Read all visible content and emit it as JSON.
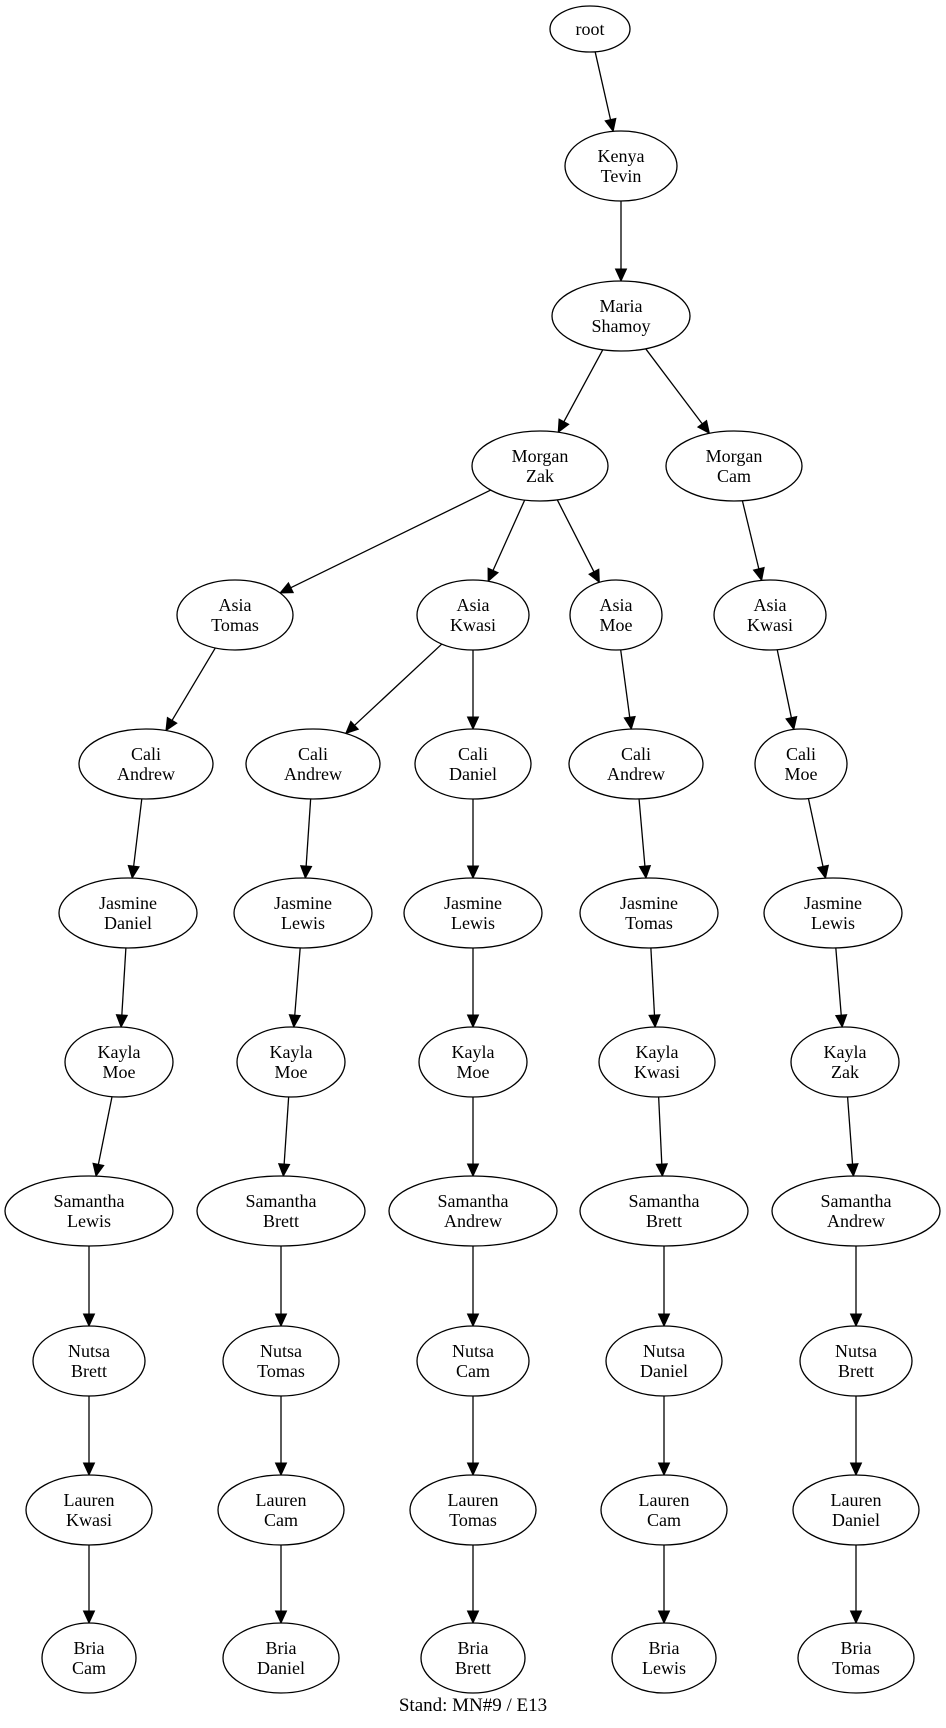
{
  "caption": "Stand: MN#9 / E13",
  "tree": {
    "nodes": [
      {
        "id": "n0",
        "lines": [
          "root"
        ]
      },
      {
        "id": "n1",
        "lines": [
          "Kenya",
          "Tevin"
        ]
      },
      {
        "id": "n2",
        "lines": [
          "Maria",
          "Shamoy"
        ]
      },
      {
        "id": "n3",
        "lines": [
          "Morgan",
          "Zak"
        ]
      },
      {
        "id": "n4",
        "lines": [
          "Morgan",
          "Cam"
        ]
      },
      {
        "id": "n5",
        "lines": [
          "Asia",
          "Tomas"
        ]
      },
      {
        "id": "n6",
        "lines": [
          "Asia",
          "Kwasi"
        ]
      },
      {
        "id": "n7",
        "lines": [
          "Asia",
          "Moe"
        ]
      },
      {
        "id": "n8",
        "lines": [
          "Asia",
          "Kwasi"
        ]
      },
      {
        "id": "n9",
        "lines": [
          "Cali",
          "Andrew"
        ]
      },
      {
        "id": "n10",
        "lines": [
          "Cali",
          "Andrew"
        ]
      },
      {
        "id": "n11",
        "lines": [
          "Cali",
          "Daniel"
        ]
      },
      {
        "id": "n12",
        "lines": [
          "Cali",
          "Andrew"
        ]
      },
      {
        "id": "n13",
        "lines": [
          "Cali",
          "Moe"
        ]
      },
      {
        "id": "n14",
        "lines": [
          "Jasmine",
          "Daniel"
        ]
      },
      {
        "id": "n15",
        "lines": [
          "Jasmine",
          "Lewis"
        ]
      },
      {
        "id": "n16",
        "lines": [
          "Jasmine",
          "Lewis"
        ]
      },
      {
        "id": "n17",
        "lines": [
          "Jasmine",
          "Tomas"
        ]
      },
      {
        "id": "n18",
        "lines": [
          "Jasmine",
          "Lewis"
        ]
      },
      {
        "id": "n19",
        "lines": [
          "Kayla",
          "Moe"
        ]
      },
      {
        "id": "n20",
        "lines": [
          "Kayla",
          "Moe"
        ]
      },
      {
        "id": "n21",
        "lines": [
          "Kayla",
          "Moe"
        ]
      },
      {
        "id": "n22",
        "lines": [
          "Kayla",
          "Kwasi"
        ]
      },
      {
        "id": "n23",
        "lines": [
          "Kayla",
          "Zak"
        ]
      },
      {
        "id": "n24",
        "lines": [
          "Samantha",
          "Lewis"
        ]
      },
      {
        "id": "n25",
        "lines": [
          "Samantha",
          "Brett"
        ]
      },
      {
        "id": "n26",
        "lines": [
          "Samantha",
          "Andrew"
        ]
      },
      {
        "id": "n27",
        "lines": [
          "Samantha",
          "Brett"
        ]
      },
      {
        "id": "n28",
        "lines": [
          "Samantha",
          "Andrew"
        ]
      },
      {
        "id": "n29",
        "lines": [
          "Nutsa",
          "Brett"
        ]
      },
      {
        "id": "n30",
        "lines": [
          "Nutsa",
          "Tomas"
        ]
      },
      {
        "id": "n31",
        "lines": [
          "Nutsa",
          "Cam"
        ]
      },
      {
        "id": "n32",
        "lines": [
          "Nutsa",
          "Daniel"
        ]
      },
      {
        "id": "n33",
        "lines": [
          "Nutsa",
          "Brett"
        ]
      },
      {
        "id": "n34",
        "lines": [
          "Lauren",
          "Kwasi"
        ]
      },
      {
        "id": "n35",
        "lines": [
          "Lauren",
          "Cam"
        ]
      },
      {
        "id": "n36",
        "lines": [
          "Lauren",
          "Tomas"
        ]
      },
      {
        "id": "n37",
        "lines": [
          "Lauren",
          "Cam"
        ]
      },
      {
        "id": "n38",
        "lines": [
          "Lauren",
          "Daniel"
        ]
      },
      {
        "id": "n39",
        "lines": [
          "Bria",
          "Cam"
        ]
      },
      {
        "id": "n40",
        "lines": [
          "Bria",
          "Daniel"
        ]
      },
      {
        "id": "n41",
        "lines": [
          "Bria",
          "Brett"
        ]
      },
      {
        "id": "n42",
        "lines": [
          "Bria",
          "Lewis"
        ]
      },
      {
        "id": "n43",
        "lines": [
          "Bria",
          "Tomas"
        ]
      }
    ],
    "edges": [
      [
        "n0",
        "n1"
      ],
      [
        "n1",
        "n2"
      ],
      [
        "n2",
        "n3"
      ],
      [
        "n2",
        "n4"
      ],
      [
        "n3",
        "n5"
      ],
      [
        "n3",
        "n6"
      ],
      [
        "n3",
        "n7"
      ],
      [
        "n4",
        "n8"
      ],
      [
        "n5",
        "n9"
      ],
      [
        "n6",
        "n10"
      ],
      [
        "n6",
        "n11"
      ],
      [
        "n7",
        "n12"
      ],
      [
        "n8",
        "n13"
      ],
      [
        "n9",
        "n14"
      ],
      [
        "n10",
        "n15"
      ],
      [
        "n11",
        "n16"
      ],
      [
        "n12",
        "n17"
      ],
      [
        "n13",
        "n18"
      ],
      [
        "n14",
        "n19"
      ],
      [
        "n15",
        "n20"
      ],
      [
        "n16",
        "n21"
      ],
      [
        "n17",
        "n22"
      ],
      [
        "n18",
        "n23"
      ],
      [
        "n19",
        "n24"
      ],
      [
        "n20",
        "n25"
      ],
      [
        "n21",
        "n26"
      ],
      [
        "n22",
        "n27"
      ],
      [
        "n23",
        "n28"
      ],
      [
        "n24",
        "n29"
      ],
      [
        "n25",
        "n30"
      ],
      [
        "n26",
        "n31"
      ],
      [
        "n27",
        "n32"
      ],
      [
        "n28",
        "n33"
      ],
      [
        "n29",
        "n34"
      ],
      [
        "n30",
        "n35"
      ],
      [
        "n31",
        "n36"
      ],
      [
        "n32",
        "n37"
      ],
      [
        "n33",
        "n38"
      ],
      [
        "n34",
        "n39"
      ],
      [
        "n35",
        "n40"
      ],
      [
        "n36",
        "n41"
      ],
      [
        "n37",
        "n42"
      ],
      [
        "n38",
        "n43"
      ]
    ]
  }
}
